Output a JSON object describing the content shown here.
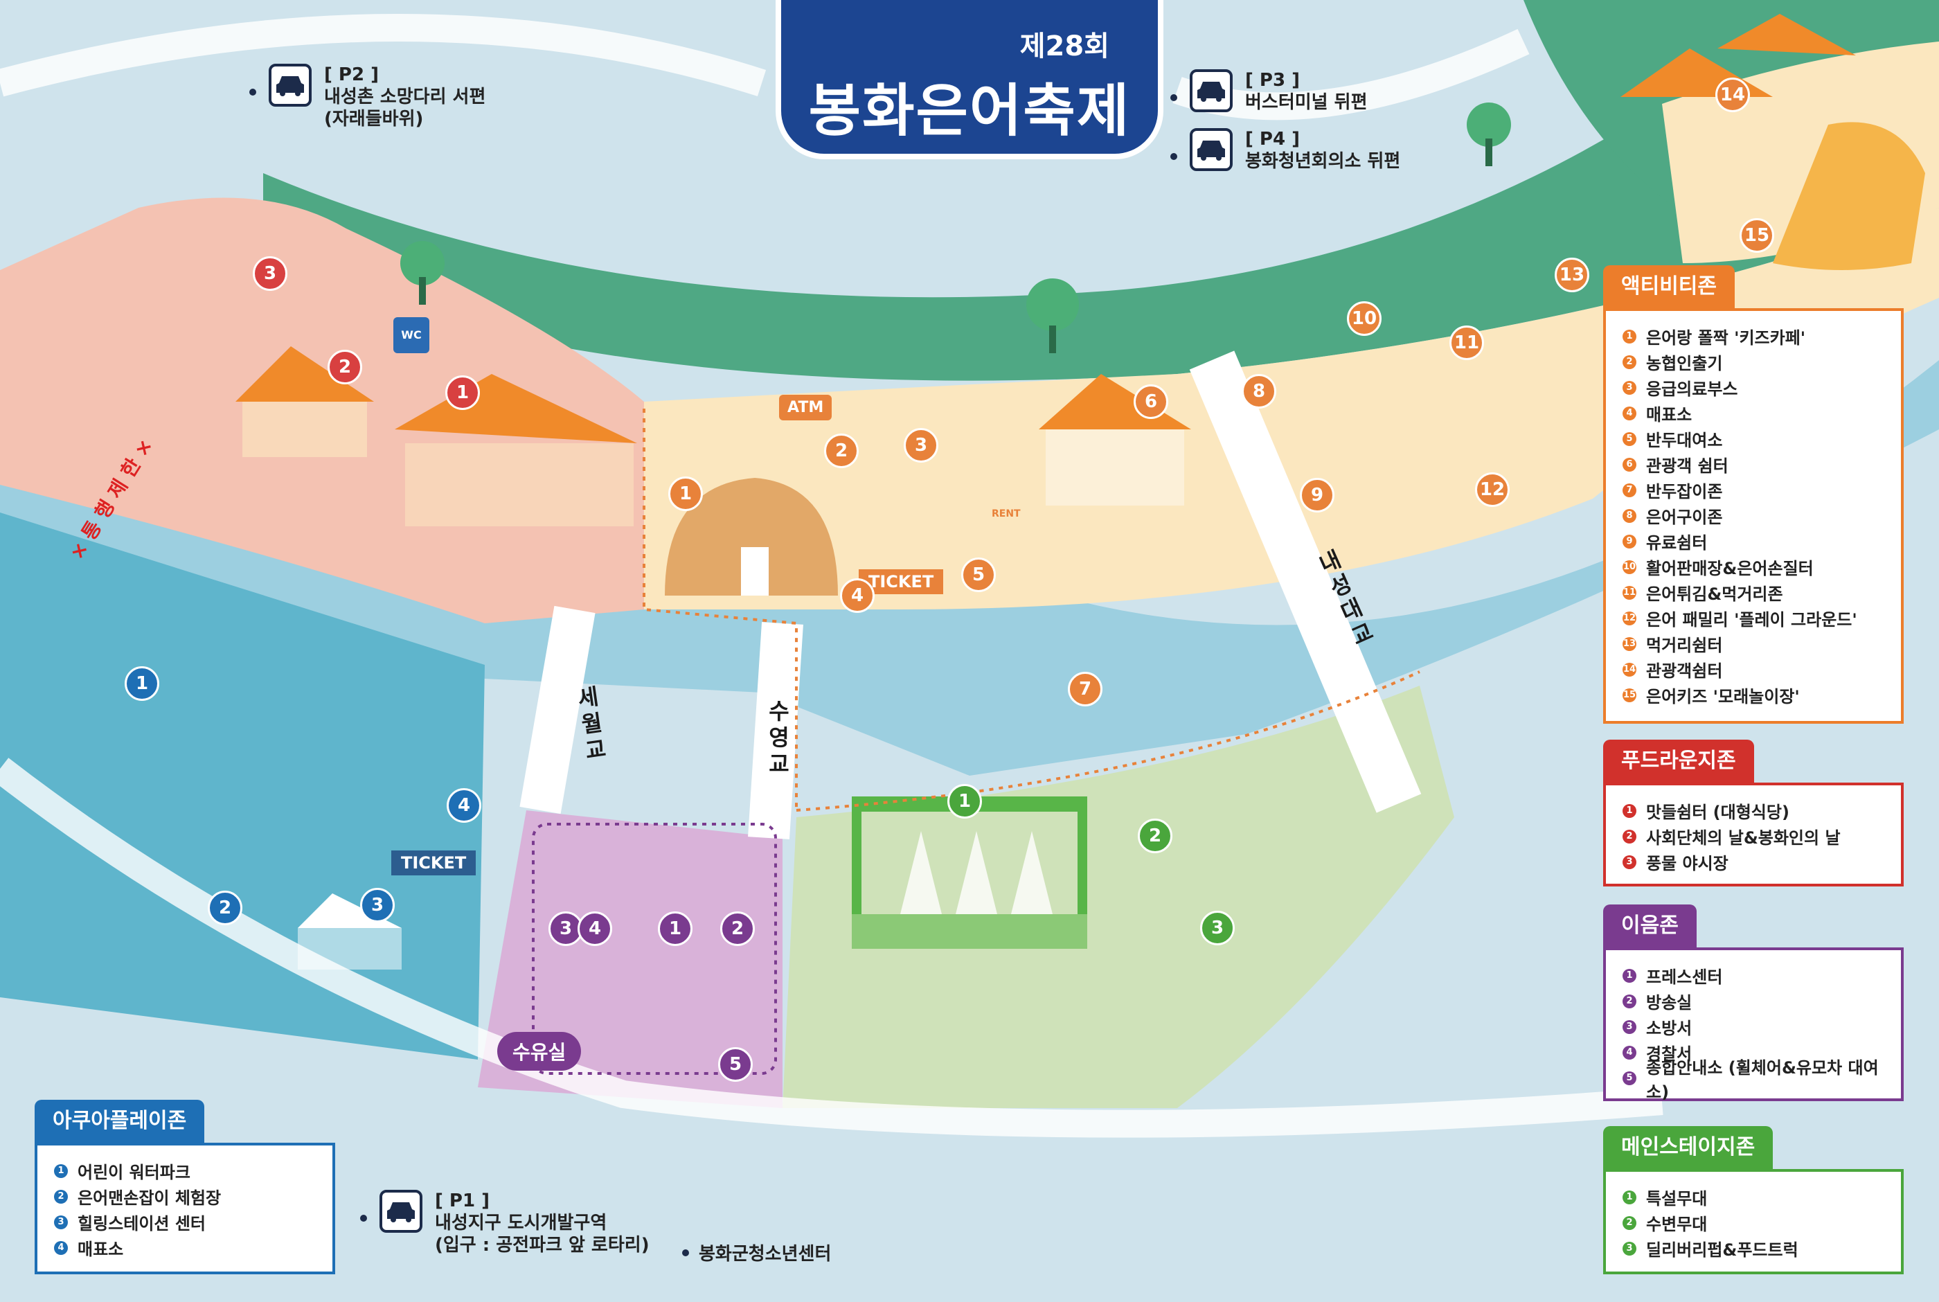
{
  "title": {
    "edition": "제28회",
    "name": "봉화은어축제"
  },
  "parking": [
    {
      "code": "[ P2 ]",
      "line1": "내성촌 소망다리 서편",
      "line2": "(자래들바위)"
    },
    {
      "code": "[ P3 ]",
      "line1": "버스터미널 뒤편",
      "line2": ""
    },
    {
      "code": "[ P4 ]",
      "line1": "봉화청년회의소 뒤편",
      "line2": ""
    },
    {
      "code": "[ P1 ]",
      "line1": "내성지구 도시개발구역",
      "line2": "(입구 : 공전파크 앞 로타리)"
    }
  ],
  "youth_center": "봉화군청소년센터",
  "bridges": {
    "seowol": "세월교",
    "suyeong": "수영교",
    "naeseong": "내성대교"
  },
  "traffic_restriction": "× 통 행 제 한 ×",
  "map_labels": {
    "atm": "ATM",
    "ticket": "TICKET",
    "rent": "RENT",
    "wc": "WC",
    "nursing_room": "수유실"
  },
  "zones": {
    "activity": {
      "name": "액티비티존",
      "color": "#ec7d2b",
      "items": [
        "은어랑 폴짝 '키즈카페'",
        "농협인출기",
        "응급의료부스",
        "매표소",
        "반두대여소",
        "관광객 쉼터",
        "반두잡이존",
        "은어구이존",
        "유료쉼터",
        "활어판매장&은어손질터",
        "은어튀김&먹거리존",
        "은어 패밀리 '플레이 그라운드'",
        "먹거리쉼터",
        "관광객쉼터",
        "은어키즈 '모래놀이장'"
      ]
    },
    "food": {
      "name": "푸드라운지존",
      "color": "#d1312c",
      "items": [
        "맛들쉼터 (대형식당)",
        "사회단체의 날&봉화인의 날",
        "풍물 야시장"
      ]
    },
    "connect": {
      "name": "이음존",
      "color": "#7a3b8f",
      "items": [
        "프레스센터",
        "방송실",
        "소방서",
        "경찰서",
        "종합안내소 (휠체어&유모차 대여소)"
      ]
    },
    "stage": {
      "name": "메인스테이지존",
      "color": "#4aa63c",
      "items": [
        "특설무대",
        "수변무대",
        "딜리버리펍&푸드트럭"
      ]
    },
    "aqua": {
      "name": "아쿠아플레이존",
      "color": "#1e6fb5",
      "items": [
        "어린이 워터파크",
        "은어맨손잡이 체험장",
        "힐링스테이션 센터",
        "매표소"
      ]
    }
  }
}
